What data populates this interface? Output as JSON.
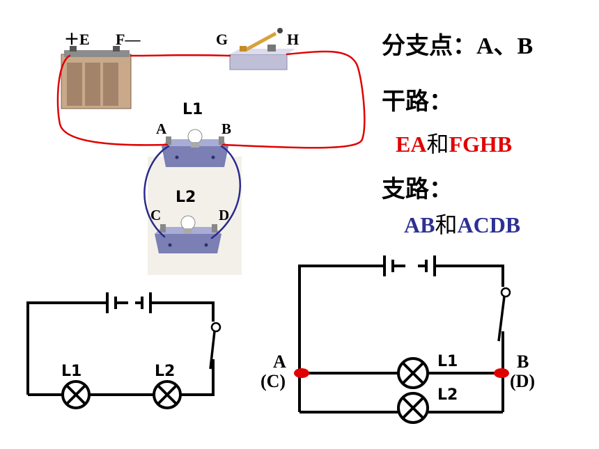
{
  "photo": {
    "battery_labels": {
      "plus_e": "＋E",
      "f_minus": "F—"
    },
    "switch_labels": {
      "g": "G",
      "h": "H"
    },
    "lamp1": {
      "name": "L1",
      "left": "A",
      "right": "B"
    },
    "lamp2": {
      "name": "L2",
      "left": "C",
      "right": "D"
    }
  },
  "notes": {
    "branch_points_label": "分支点：",
    "branch_points_value": "A、B",
    "trunk_label": "干路：",
    "trunk_part1": "EA",
    "trunk_and": "和",
    "trunk_part2": "FGHB",
    "branch_label": "支路：",
    "branch_part1": "AB",
    "branch_and": "和",
    "branch_part2": "ACDB"
  },
  "schematic_left": {
    "lamp1": "L1",
    "lamp2": "L2"
  },
  "schematic_right": {
    "node_a": "A",
    "node_c": "(C)",
    "node_b": "B",
    "node_d": "(D)",
    "lamp1": "L1",
    "lamp2": "L2"
  },
  "colors": {
    "red_wire": "#e00000",
    "blue_wire": "#2a2a8c",
    "trunk_text": "#e00000",
    "branch_text": "#2e3192",
    "node_dot": "#e00000"
  }
}
